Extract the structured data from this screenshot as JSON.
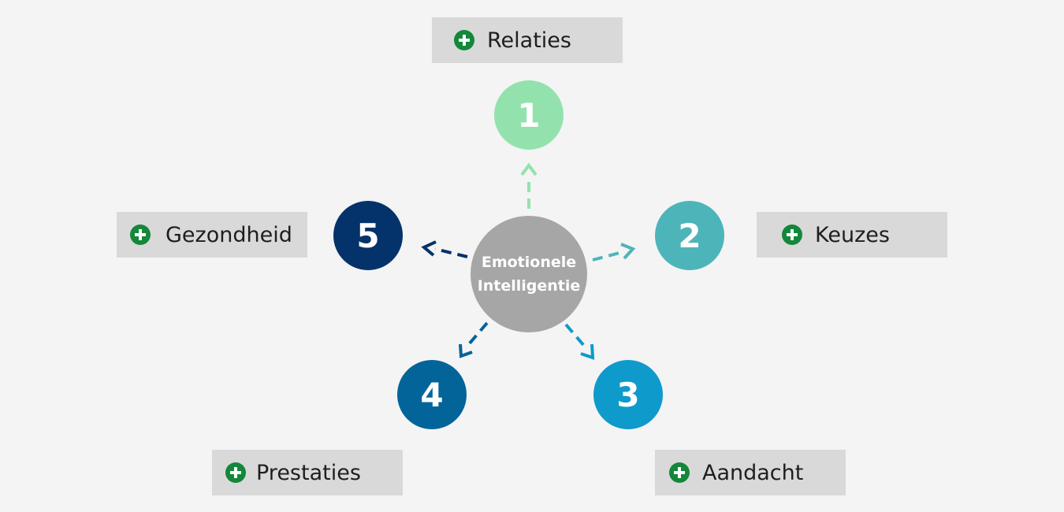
{
  "center": {
    "line1": "Emotionele",
    "line2": "Intelligentie",
    "color": "#a6a6a6"
  },
  "nodes": [
    {
      "number": "1",
      "label": "Relaties",
      "color": "#93e2ae"
    },
    {
      "number": "2",
      "label": "Keuzes",
      "color": "#4db5b9"
    },
    {
      "number": "3",
      "label": "Aandacht",
      "color": "#0e9acb"
    },
    {
      "number": "4",
      "label": "Prestaties",
      "color": "#03649a"
    },
    {
      "number": "5",
      "label": "Gezondheid",
      "color": "#04326a"
    }
  ],
  "label_icon": "plus-circle-icon",
  "colors": {
    "label_bg": "#d9d9d9",
    "plus_icon": "#14873a",
    "background": "#f4f4f4"
  }
}
